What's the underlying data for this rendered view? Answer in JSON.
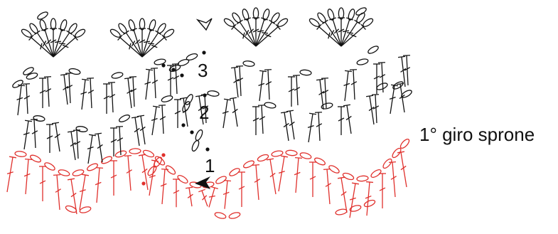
{
  "diagram": {
    "row_labels": [
      "1",
      "2",
      "3"
    ],
    "side_label": "1° giro sprone",
    "colors": {
      "first_round": "#e0302c",
      "later_rounds": "#111111",
      "background": "#ffffff"
    },
    "symbols": [
      "chain-oval",
      "double-crochet-stitch",
      "slip-stitch-dot",
      "start-arrow",
      "end-marker"
    ]
  }
}
